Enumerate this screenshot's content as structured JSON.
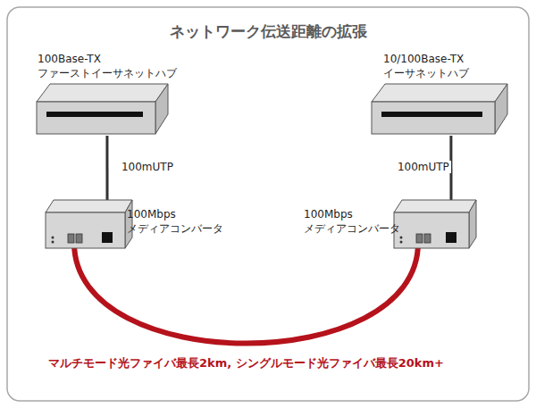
{
  "diagram": {
    "title": "ネットワーク伝送距離の拡張",
    "nodes": [
      {
        "text": [
          "100Base-TX ファーストイーサネットハブ"
        ]
      },
      {
        "text": [
          "10/100Base-TX イーサネットハブ"
        ]
      },
      {
        "text": [
          "100Mbps メディアコンバータ"
        ]
      },
      {
        "text": [
          "100Mbps メディアコンバータ"
        ]
      }
    ],
    "edges": [
      {
        "from": 0,
        "to": 2,
        "arrow": "none",
        "label": "100mUTP"
      },
      {
        "from": 1,
        "to": 3,
        "arrow": "none",
        "label": "100mUTP"
      },
      {
        "from": 2,
        "to": 3,
        "arrow": "none",
        "label": "マルチモード光ファイバ最長2km, シングルモード光ファイバ最長20km+"
      }
    ]
  }
}
